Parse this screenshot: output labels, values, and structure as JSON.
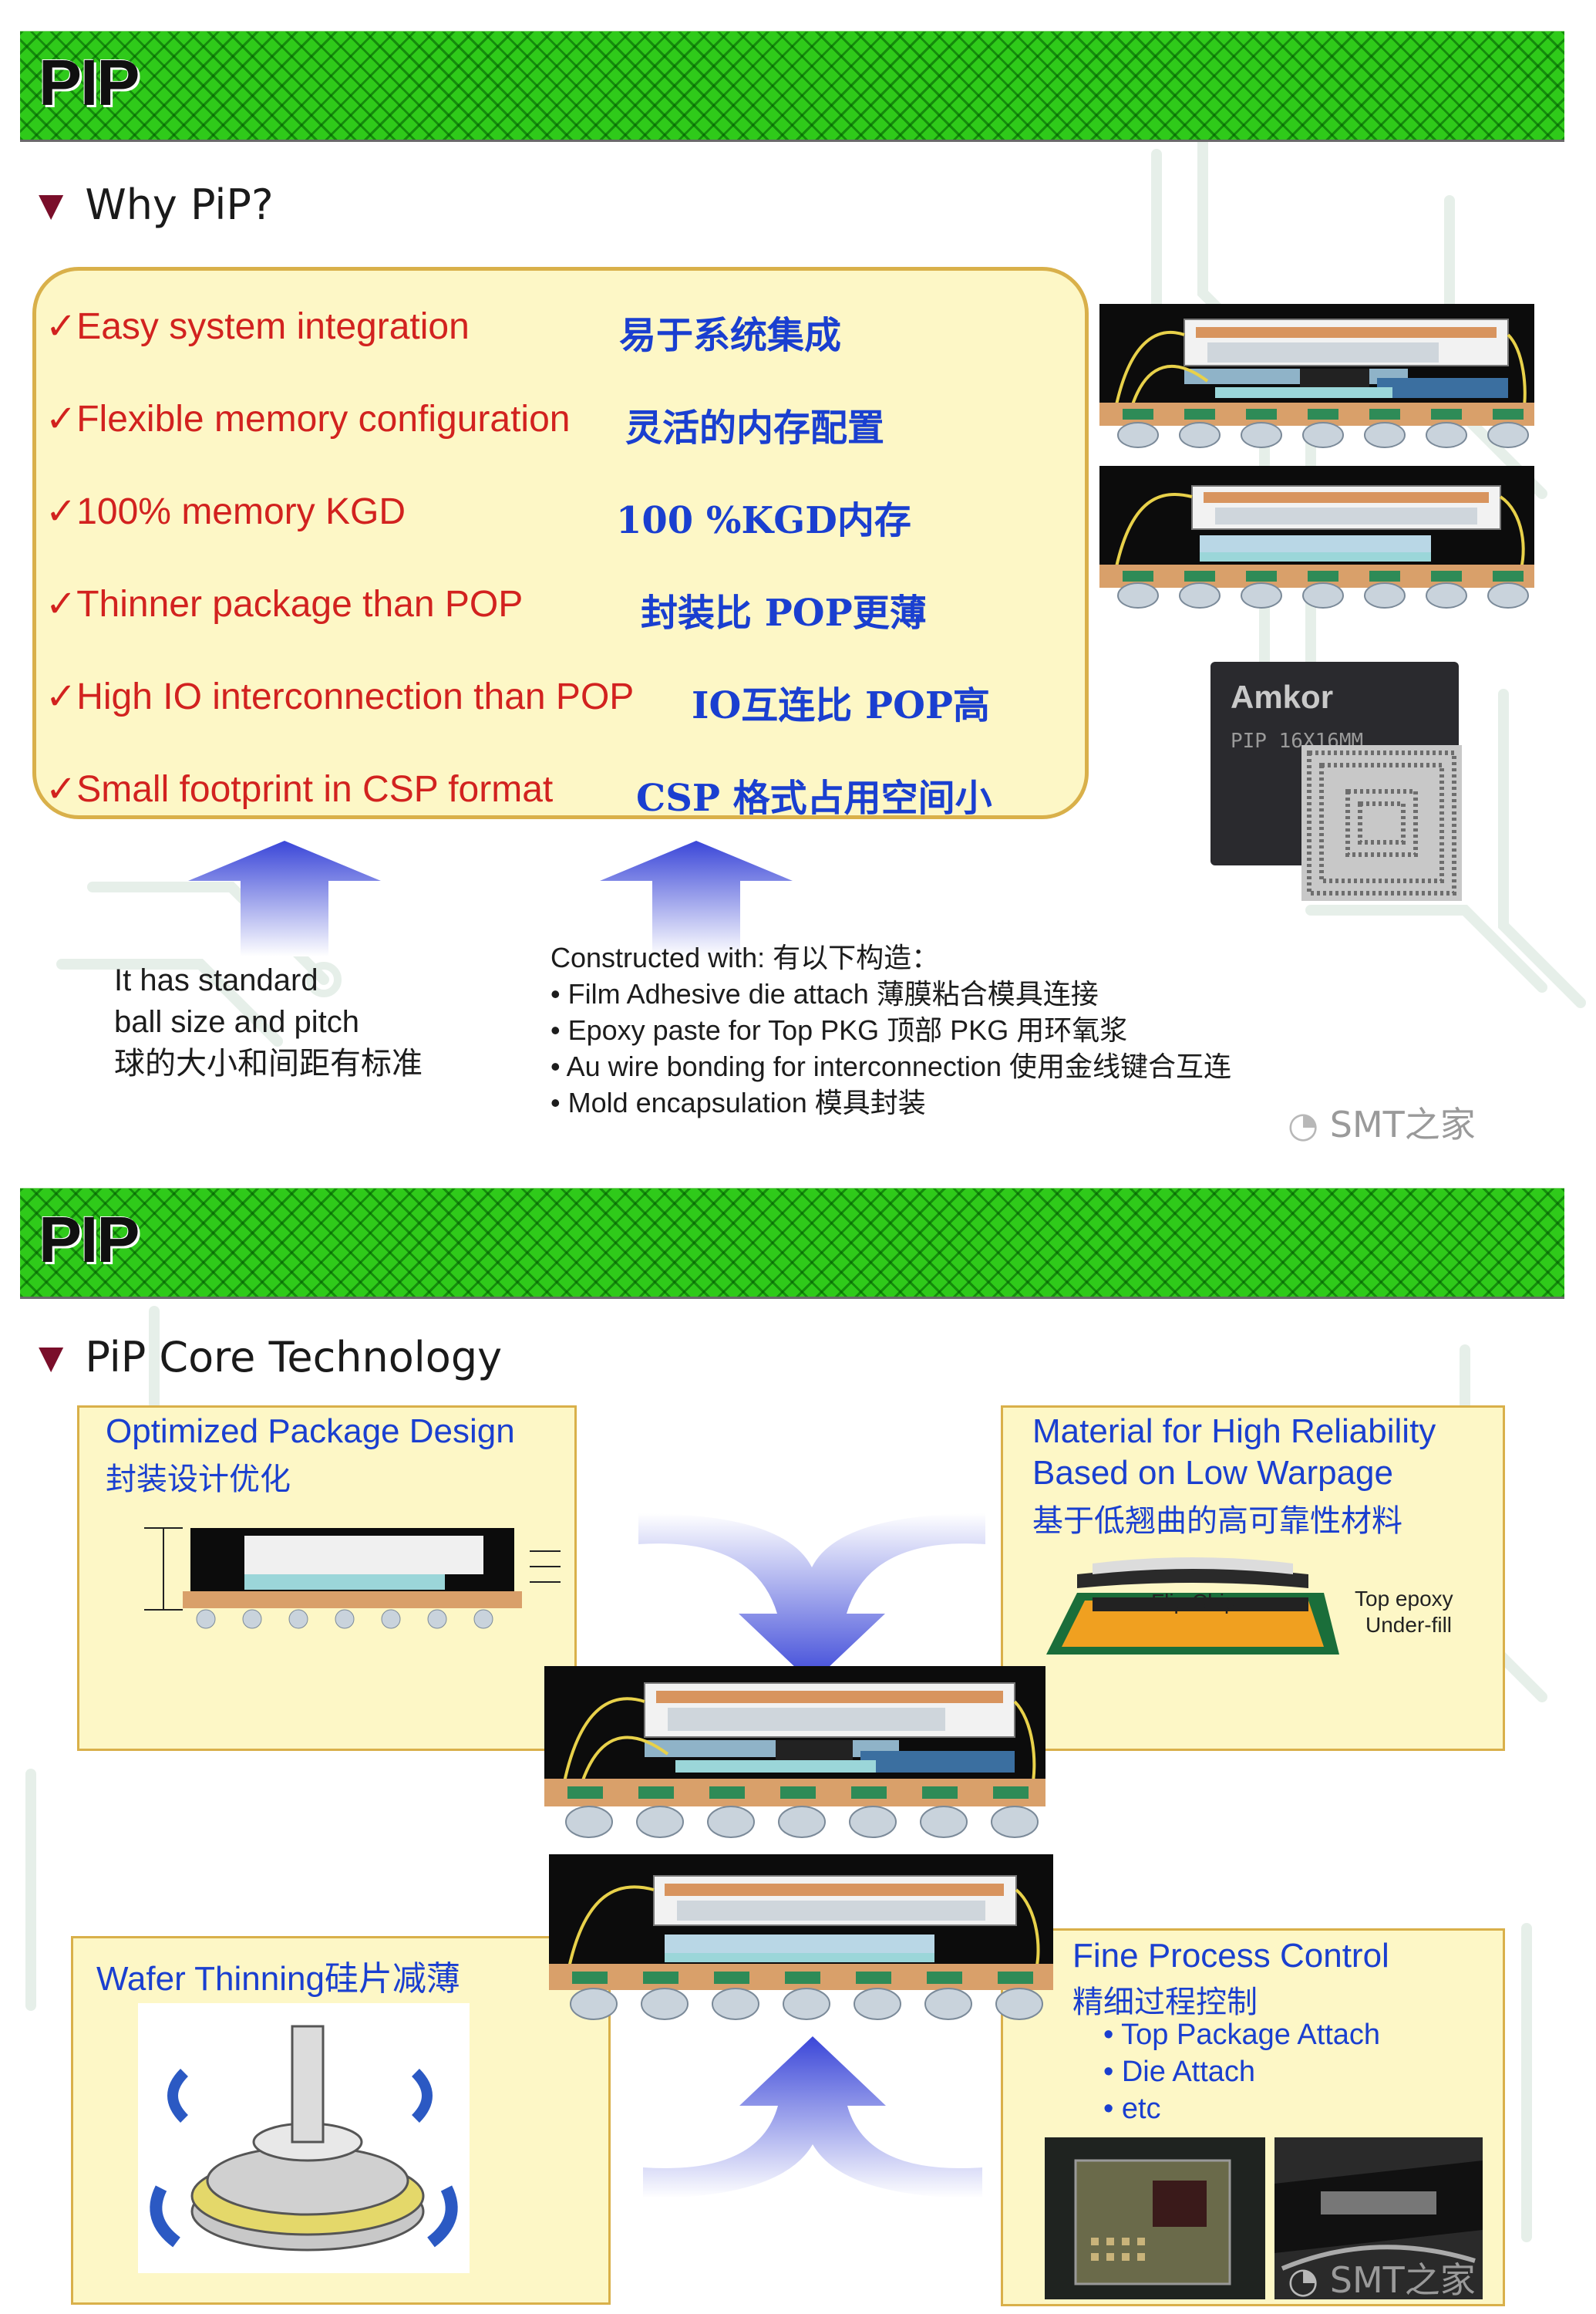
{
  "slide1": {
    "banner_title": "PIP",
    "heading": "Why PiP?",
    "heading_marker": "▼",
    "check_mark": "✓",
    "features": [
      {
        "en": "Easy system integration",
        "cn": "易于系统集成"
      },
      {
        "en": "Flexible memory configuration",
        "cn": "灵活的内存配置"
      },
      {
        "en": "100% memory KGD",
        "cn": "100 %KGD内存"
      },
      {
        "en": "Thinner package than POP",
        "cn": "封装比 POP更薄"
      },
      {
        "en": "High IO interconnection than POP",
        "cn": "IO互连比 POP高"
      },
      {
        "en": "Small footprint in CSP format",
        "cn": "CSP 格式占用空间小"
      }
    ],
    "left_note": [
      "It has standard",
      "ball size and pitch",
      "球的大小和间距有标准"
    ],
    "constructed_title": "Constructed with:   有以下构造：",
    "constructed_items": [
      "• Film Adhesive die attach   薄膜粘合模具连接",
      "• Epoxy paste for Top PKG   顶部 PKG 用环氧浆",
      "• Au wire bonding for interconnection 使用金线键合互连",
      "• Mold encapsulation    模具封装"
    ],
    "chip_logo": "Amkor",
    "chip_marking": "PIP  16X16MM",
    "watermark": "SMT之家"
  },
  "slide2": {
    "banner_title": "PIP",
    "heading": "PiP Core Technology",
    "heading_marker": "▼",
    "panel_design": {
      "title": "Optimized Package Design",
      "sub": "封装设计优化"
    },
    "panel_material": {
      "title_1": "Material for High Reliability",
      "title_2": "Based on Low Warpage",
      "sub": "基于低翘曲的高可靠性材料",
      "label_flip": "Flip Chip",
      "label_epoxy": "Top epoxy",
      "label_underfill": "Under-fill"
    },
    "panel_wafer": {
      "title": "Wafer Thinning硅片减薄"
    },
    "panel_process": {
      "title": "Fine Process Control",
      "sub": "精细过程控制",
      "items": [
        "•  Top Package Attach",
        "•  Die Attach",
        "•  etc"
      ]
    },
    "watermark": "SMT之家"
  },
  "colors": {
    "banner_green": "#2fca1a",
    "box_fill": "#fdf7c6",
    "box_border": "#d9b04a",
    "feature_red": "#d2221f",
    "feature_blue": "#1a3fd0",
    "arrow_blue": "#3a46d8"
  }
}
